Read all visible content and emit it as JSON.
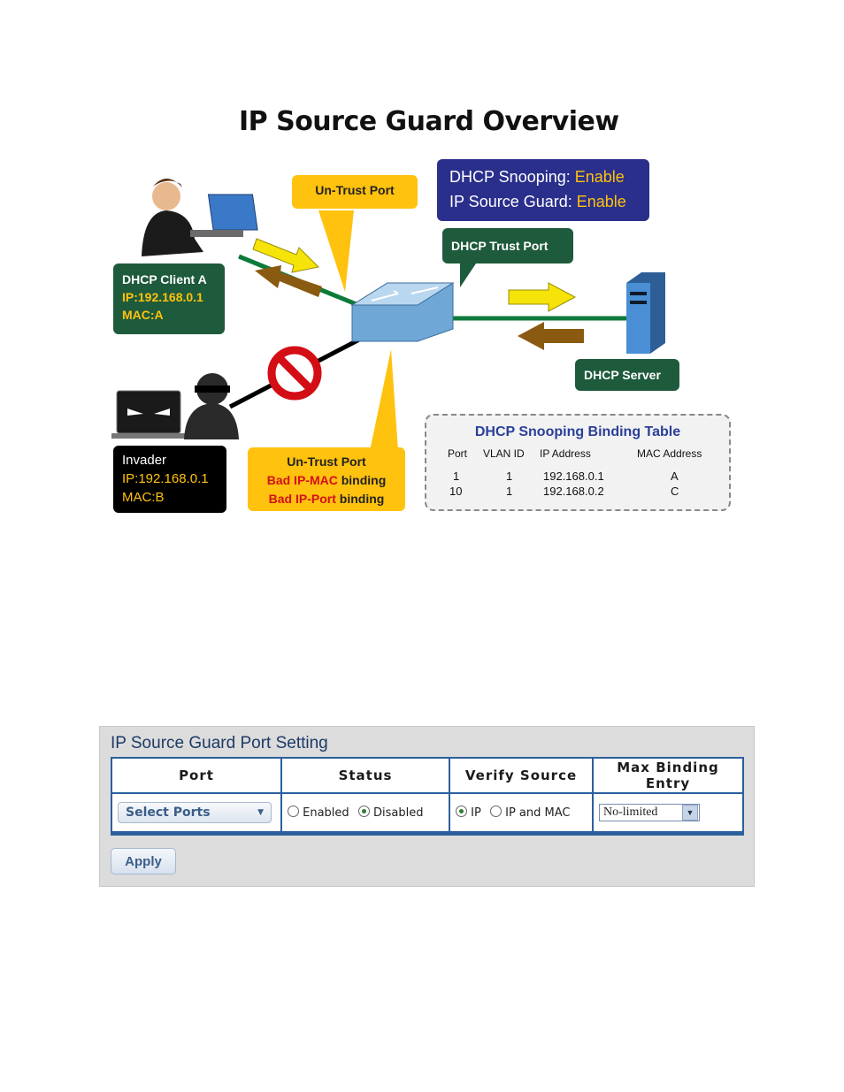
{
  "overview": {
    "title": "IP Source Guard Overview",
    "untrust_top": "Un-Trust Port",
    "status_box": {
      "dhcp_snooping_label": "DHCP Snooping: ",
      "dhcp_snooping_value": "Enable",
      "ipsg_label": "IP Source Guard: ",
      "ipsg_value": "Enable"
    },
    "trust_port": "DHCP Trust Port",
    "client": {
      "name": "DHCP Client A",
      "ip": "IP:192.168.0.1",
      "mac": "MAC:A"
    },
    "server": "DHCP Server",
    "invader": {
      "name": "Invader",
      "ip": "IP:192.168.0.1",
      "mac": "MAC:B"
    },
    "untrust_bottom": {
      "title": "Un-Trust Port",
      "line1_red": "Bad IP-MAC",
      "line1_rest": " binding",
      "line2_red": "Bad IP-Port",
      "line2_rest": " binding"
    },
    "binding_table": {
      "title": "DHCP Snooping Binding Table",
      "headers": [
        "Port",
        "VLAN ID",
        "IP Address",
        "MAC Address"
      ],
      "rows": [
        [
          "1",
          "1",
          "192.168.0.1",
          "A"
        ],
        [
          "10",
          "1",
          "192.168.0.2",
          "C"
        ]
      ]
    },
    "colors": {
      "yellow": "#ffc20e",
      "green": "#1e5a3c",
      "blue": "#2a2f8c",
      "link": "#0d7a3a"
    }
  },
  "setting": {
    "title": "IP Source Guard Port Setting",
    "headers": {
      "port": "Port",
      "status": "Status",
      "verify": "Verify Source",
      "max": "Max Binding Entry"
    },
    "port_select": "Select Ports",
    "status_options": {
      "enabled": "Enabled",
      "disabled": "Disabled",
      "selected": "Disabled"
    },
    "verify_options": {
      "ip": "IP",
      "ip_mac": "IP and MAC",
      "selected": "IP"
    },
    "max_binding_value": "No-limited",
    "apply_label": "Apply"
  }
}
